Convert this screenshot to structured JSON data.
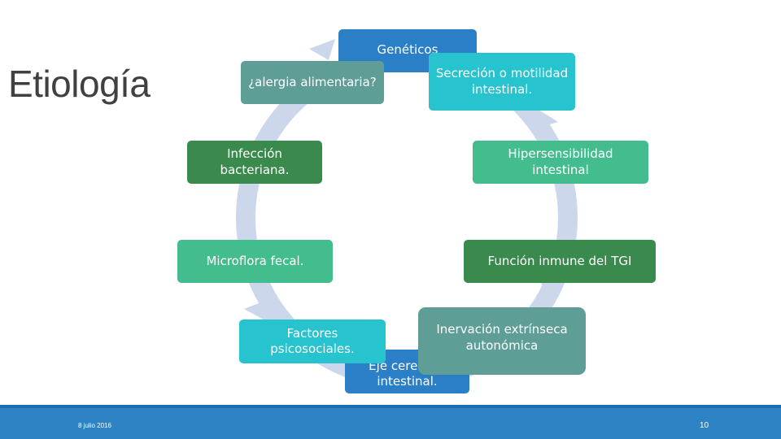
{
  "slide": {
    "title": "Etiología",
    "date": "8 julio 2016",
    "page_number": "10"
  },
  "cycle": [
    {
      "label": "Genéticos",
      "color": "#2a7fc6"
    },
    {
      "label": "Secreción o motilidad intestinal.",
      "color": "#27c3cf"
    },
    {
      "label": "Hipersensibilidad intestinal",
      "color": "#43bc8e"
    },
    {
      "label": "Función inmune del TGI",
      "color": "#3a8a4e"
    },
    {
      "label": "Inervación extrínseca autonómica",
      "color": "#5f9e96"
    },
    {
      "label": "Eje cerebral-intestinal.",
      "color": "#2a7fc6"
    },
    {
      "label": "Factores psicosociales.",
      "color": "#27c3cf"
    },
    {
      "label": "Microflora fecal.",
      "color": "#43bc8e"
    },
    {
      "label": "Infección bacteriana.",
      "color": "#3a8a4e"
    },
    {
      "label": "¿alergia alimentaria?",
      "color": "#5f9e96"
    }
  ],
  "colors": {
    "ring": "#ccd7ec",
    "footer": "#2e83c5"
  }
}
